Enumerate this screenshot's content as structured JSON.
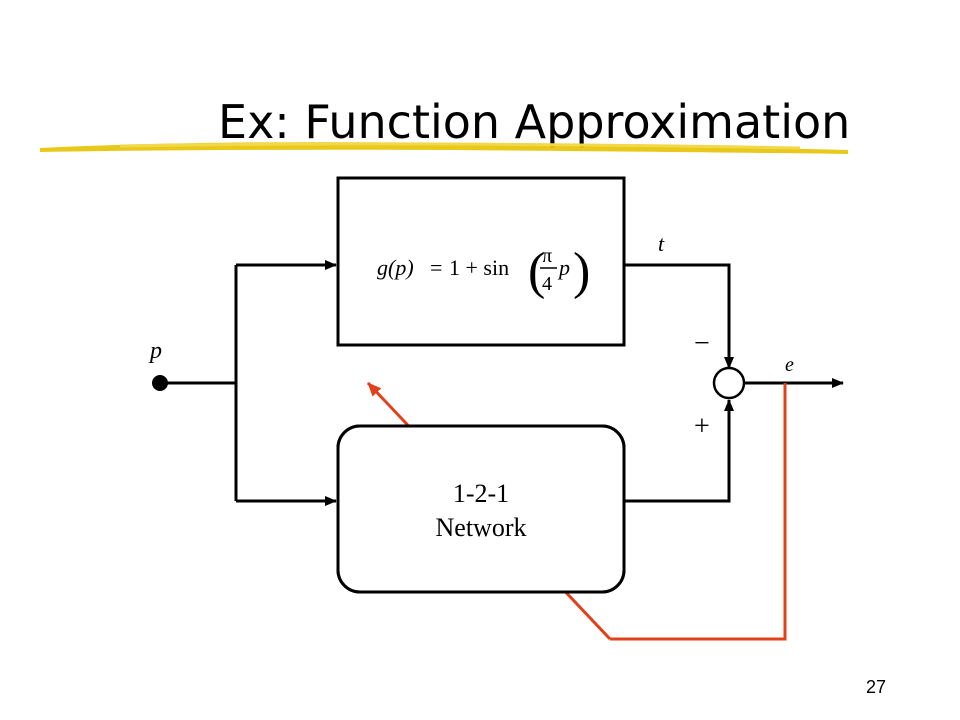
{
  "slide": {
    "title": "Ex: Function Approximation",
    "page_number": "27"
  },
  "diagram": {
    "function_box": {
      "lhs": "g(p)",
      "equals": "=",
      "one_plus": "1 + sin",
      "frac_num": "π",
      "frac_den": "4",
      "frac_var": "p"
    },
    "network_box": {
      "line1": "1-2-1",
      "line2": "Network"
    },
    "labels": {
      "input": "p",
      "target": "t",
      "error": "e",
      "minus": "−",
      "plus": "+"
    }
  },
  "colors": {
    "accent_underline": "#e6c200",
    "feedback_arrow": "#e0401a",
    "line": "#000000"
  }
}
